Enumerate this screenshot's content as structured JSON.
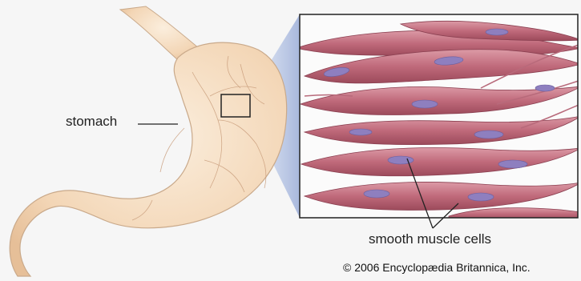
{
  "labels": {
    "stomach": "stomach",
    "smooth_muscle_cells": "smooth muscle cells",
    "credit": "© 2006 Encyclopædia Britannica, Inc."
  },
  "colors": {
    "background": "#f6f6f6",
    "stomach_fill": "#f6dcc0",
    "stomach_outline": "#c9a98a",
    "magnify_cone": "#b9c7e6",
    "inset_background": "#fbfbfb",
    "muscle_cell": "#b85c6e",
    "muscle_cell_highlight": "#dc9aa6",
    "nucleus": "#8e7fbf",
    "leader_line": "#222222"
  },
  "icons": {
    "magnify_box": "magnify-box-icon"
  }
}
